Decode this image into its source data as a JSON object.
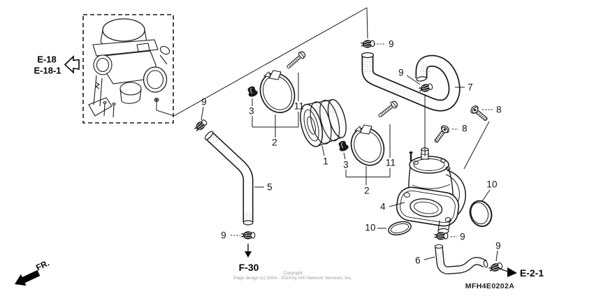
{
  "diagram": {
    "part_code": "MFH4E0202A",
    "copyright": {
      "line1": "Copyright",
      "line2": "Page design (c) 2004 - 2014 by ARI Network Services, Inc."
    },
    "refs": {
      "e18": "E-18",
      "e18_1": "E-18-1",
      "f30": "F-30",
      "e2_1": "E-2-1",
      "fr": "FR."
    },
    "colors": {
      "line": "#1a1a1a",
      "copyright_text": "#9a9a9a",
      "background": "#ffffff"
    },
    "callouts": [
      {
        "name": "clamp-carb-hose-top",
        "text": "9"
      },
      {
        "name": "clamp-hose7-end",
        "text": "9"
      },
      {
        "name": "hose-air-intake",
        "text": "7"
      },
      {
        "name": "bolt-upper",
        "text": "8"
      },
      {
        "name": "bolt-lower",
        "text": "8"
      },
      {
        "name": "nut-band-a",
        "text": "3"
      },
      {
        "name": "screw-band-a",
        "text": "11"
      },
      {
        "name": "band-clamp-a",
        "text": "2"
      },
      {
        "name": "connecting-tube",
        "text": "1"
      },
      {
        "name": "nut-band-b",
        "text": "3"
      },
      {
        "name": "screw-band-b",
        "text": "11"
      },
      {
        "name": "band-clamp-b",
        "text": "2"
      },
      {
        "name": "clamp-hose5-top",
        "text": "9"
      },
      {
        "name": "drain-hose",
        "text": "5"
      },
      {
        "name": "clamp-hose5-bottom",
        "text": "9"
      },
      {
        "name": "manifold-body",
        "text": "4"
      },
      {
        "name": "o-ring-left",
        "text": "10"
      },
      {
        "name": "o-ring-right",
        "text": "10"
      },
      {
        "name": "clamp-manifold-outlet",
        "text": "9"
      },
      {
        "name": "branch-hose",
        "text": "6"
      },
      {
        "name": "clamp-hose6-end",
        "text": "9"
      }
    ]
  }
}
